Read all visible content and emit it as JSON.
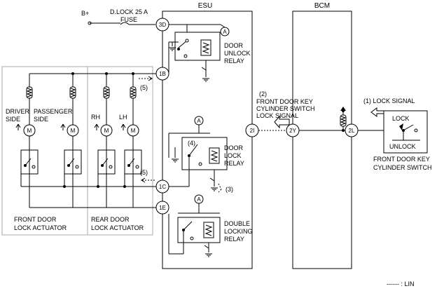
{
  "power": {
    "bplus": "B+",
    "fuse_name": "D.LOCK 25 A",
    "fuse_word": "FUSE"
  },
  "modules": {
    "esu": "ESU",
    "bcm": "BCM"
  },
  "connectors": {
    "p3d": "3D",
    "p1b": "1B",
    "p1c": "1C",
    "p1e": "1E",
    "p2i": "2I",
    "p2y": "2Y",
    "p2l": "2L"
  },
  "relays": {
    "unlock": [
      "DOOR",
      "UNLOCK",
      "RELAY"
    ],
    "lock": [
      "DOOR",
      "LOCK",
      "RELAY"
    ],
    "double": [
      "DOUBLE",
      "LOCKING",
      "RELAY"
    ]
  },
  "refs": {
    "a": "A"
  },
  "annotations": {
    "n1": "(1) LOCK SIGNAL",
    "n2": [
      "(2)",
      "FRONT DOOR KEY",
      "CYLINDER SWITCH",
      "LOCK SIGNAL"
    ],
    "n3": "(3)",
    "n4": "(4)",
    "n5": "(5)"
  },
  "switch": {
    "lock": "LOCK",
    "unlock": "UNLOCK",
    "name": [
      "FRONT DOOR KEY",
      "CYLINDER SWITCH"
    ]
  },
  "actuators": {
    "driver": [
      "DRIVER",
      "SIDE"
    ],
    "passenger": [
      "PASSENGER",
      "SIDE"
    ],
    "rh": "RH",
    "lh": "LH",
    "motor": "M",
    "front_group": [
      "FRONT DOOR",
      "LOCK ACTUATOR"
    ],
    "rear_group": [
      "REAR DOOR",
      "LOCK ACTUATOR"
    ]
  },
  "legend": {
    "lin": "------ : LIN"
  }
}
